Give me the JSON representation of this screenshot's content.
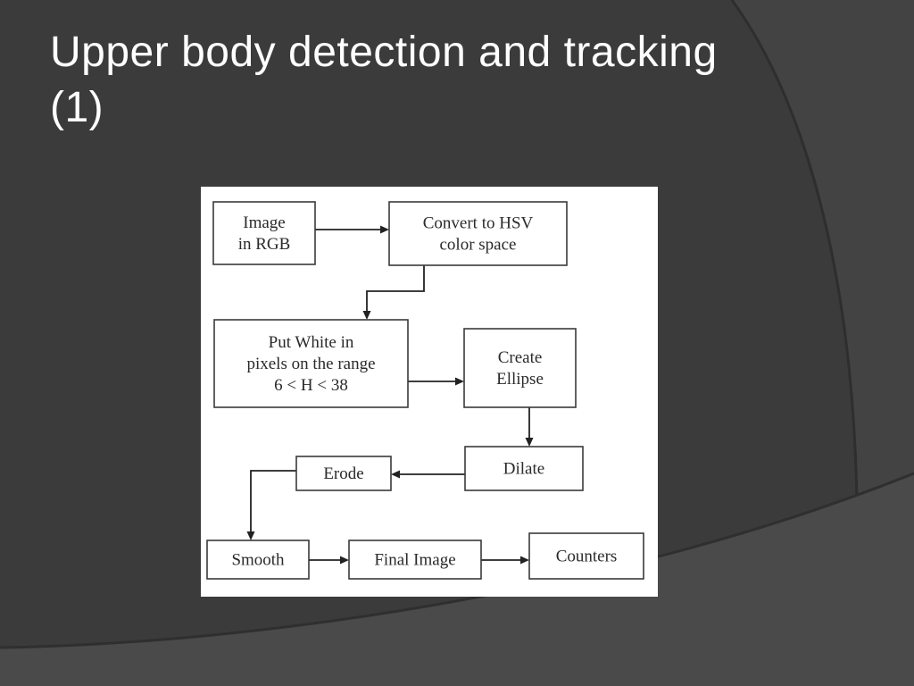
{
  "slide": {
    "title": "Upper body detection and tracking (1)"
  },
  "flowchart": {
    "nodes": [
      {
        "id": "image-rgb",
        "lines": [
          "Image",
          "in RGB"
        ]
      },
      {
        "id": "convert-hsv",
        "lines": [
          "Convert to HSV",
          "color space"
        ]
      },
      {
        "id": "put-white",
        "lines": [
          "Put White in",
          "pixels on the range",
          "6 < H < 38"
        ]
      },
      {
        "id": "create-ellipse",
        "lines": [
          "Create",
          "Ellipse"
        ]
      },
      {
        "id": "dilate",
        "lines": [
          "Dilate"
        ]
      },
      {
        "id": "erode",
        "lines": [
          "Erode"
        ]
      },
      {
        "id": "smooth",
        "lines": [
          "Smooth"
        ]
      },
      {
        "id": "final-image",
        "lines": [
          "Final Image"
        ]
      },
      {
        "id": "counters",
        "lines": [
          "Counters"
        ]
      }
    ],
    "edges": [
      {
        "from": "image-rgb",
        "to": "convert-hsv"
      },
      {
        "from": "convert-hsv",
        "to": "put-white"
      },
      {
        "from": "put-white",
        "to": "create-ellipse"
      },
      {
        "from": "create-ellipse",
        "to": "dilate"
      },
      {
        "from": "dilate",
        "to": "erode"
      },
      {
        "from": "erode",
        "to": "smooth"
      },
      {
        "from": "smooth",
        "to": "final-image"
      },
      {
        "from": "final-image",
        "to": "counters"
      }
    ]
  }
}
